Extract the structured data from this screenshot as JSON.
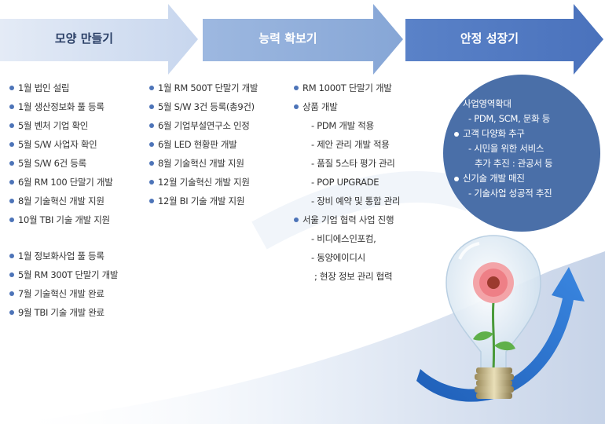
{
  "phases": [
    {
      "title": "모양 만들기"
    },
    {
      "title": "능력 확보기"
    },
    {
      "title": "안정 성장기"
    }
  ],
  "colors": {
    "phase1": "#d6e1f1",
    "phase2": "#8fadd9",
    "phase3": "#4e77c0",
    "bullet": "#4d74b8",
    "circle": "#4a6fa8",
    "arrow": "#2f6fc6"
  },
  "col1": {
    "group1": [
      "1월 법인 설립",
      "1월 생산정보화 풀 등록",
      "5월 벤처 기업 확인",
      "5월 S/W 사업자 확인",
      "5월 S/W  6건 등록",
      "6월 RM 100 단말기 개발",
      "8월 기술혁신 개발 지원",
      "10월 TBI 기술 개발 지원"
    ],
    "group2": [
      "1월 정보화사업 풀 등록",
      "5월 RM 300T 단말기 개발",
      "7월 기술혁신 개발 완료",
      "9월 TBI 기술 개발 완료"
    ]
  },
  "col2": {
    "items": [
      "1월 RM 500T 단말기 개발",
      "5월 S/W 3건 등록(총9건)",
      "6월 기업부설연구소 인정",
      "6월 LED 현황판 개발",
      "8월 기술혁신 개발 지원",
      "12월 기술혁신 개발 지원",
      "12월 BI 기술 개발 지원"
    ]
  },
  "col3": {
    "item1": "RM 1000T 단말기 개발",
    "item2": "상품 개발",
    "item2_subs": [
      "- PDM 개발 적용",
      "- 제안 관리 개발 적용",
      "- 품질 5스타 평가 관리",
      "- POP UPGRADE",
      "- 장비 예약 및 통합 관리"
    ],
    "item3": "서울 기업 협력 사업 진행",
    "item3_subs": [
      "- 비디에스인포컴,",
      "- 동양에이디시",
      "; 현장 정보 관리 협력"
    ]
  },
  "col4": {
    "item1": "사업영역확대",
    "item1_sub": "- PDM, SCM, 문화 등",
    "item2": "고객 다양화 추구",
    "item2_sub1": "- 시민을 위한 서비스",
    "item2_sub2": "추가 추진 : 관공서 등",
    "item3": "신기술 개발 매진",
    "item3_sub": "- 기술사업 성공적 추진"
  }
}
